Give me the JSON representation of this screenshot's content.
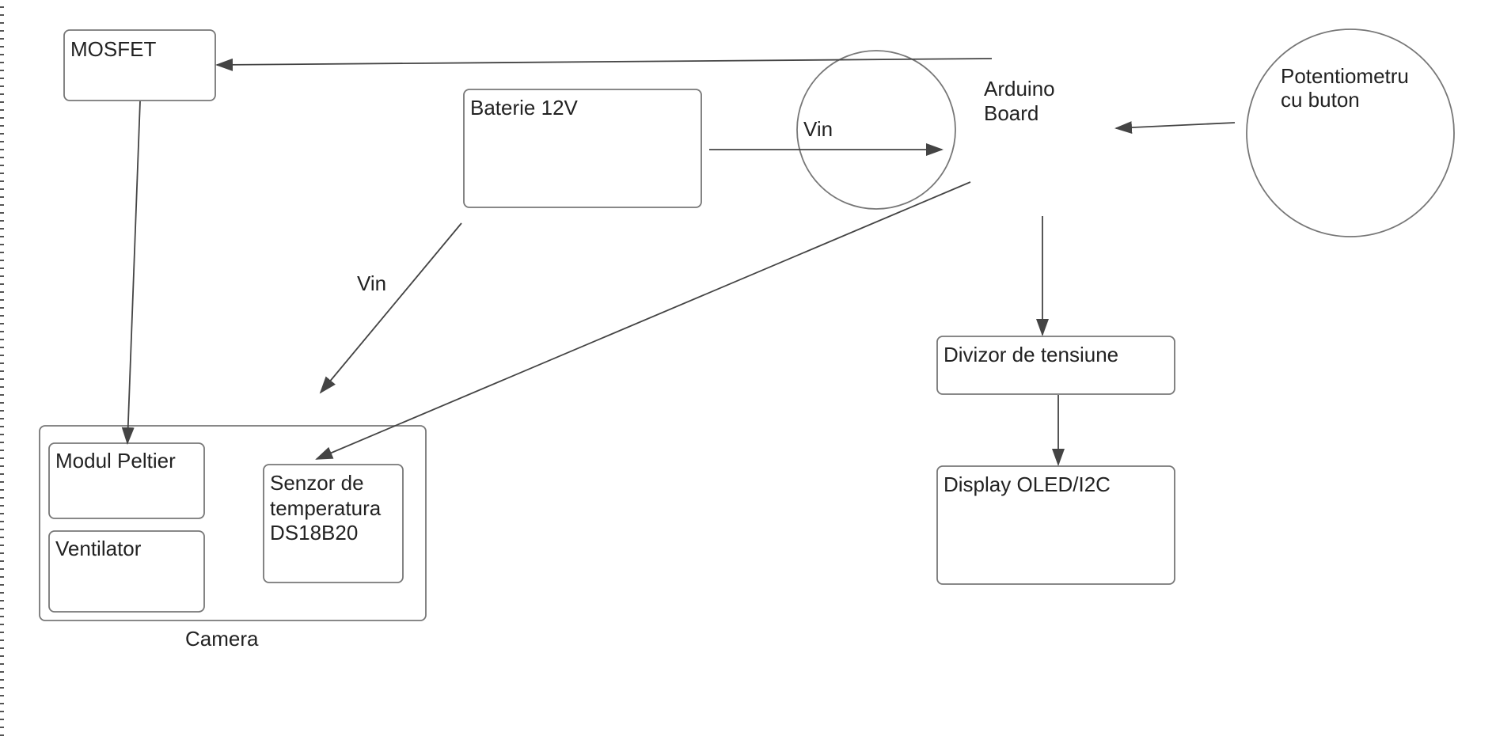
{
  "diagram": {
    "nodes": {
      "mosfet": "MOSFET",
      "baterie": "Baterie 12V",
      "arduino_line1": "Arduino",
      "arduino_line2": "Board",
      "potentiometru_line1": "Potentiometru",
      "potentiometru_line2": "cu buton",
      "divizor": "Divizor de tensiune",
      "display": "Display OLED/I2C",
      "modul_peltier": "Modul Peltier",
      "ventilator": "Ventilator",
      "senzor_line1": "Senzor de",
      "senzor_line2": "temperatura",
      "senzor_line3": "DS18B20",
      "camera": "Camera"
    },
    "edge_labels": {
      "baterie_to_arduino": "Vin",
      "baterie_to_camera": "Vin"
    },
    "edges": [
      {
        "from": "Arduino Board",
        "to": "MOSFET"
      },
      {
        "from": "MOSFET",
        "to": "Modul Peltier"
      },
      {
        "from": "Baterie 12V",
        "to": "Arduino Board",
        "label": "Vin"
      },
      {
        "from": "Baterie 12V",
        "to": "Camera",
        "label": "Vin"
      },
      {
        "from": "Arduino Board",
        "to": "Senzor de temperatura DS18B20"
      },
      {
        "from": "Potentiometru cu buton",
        "to": "Arduino Board"
      },
      {
        "from": "Arduino Board",
        "to": "Divizor de tensiune"
      },
      {
        "from": "Divizor de tensiune",
        "to": "Display OLED/I2C"
      }
    ]
  },
  "colors": {
    "stroke": "#777777",
    "arrow": "#444444",
    "text": "#222222",
    "background": "#ffffff"
  }
}
